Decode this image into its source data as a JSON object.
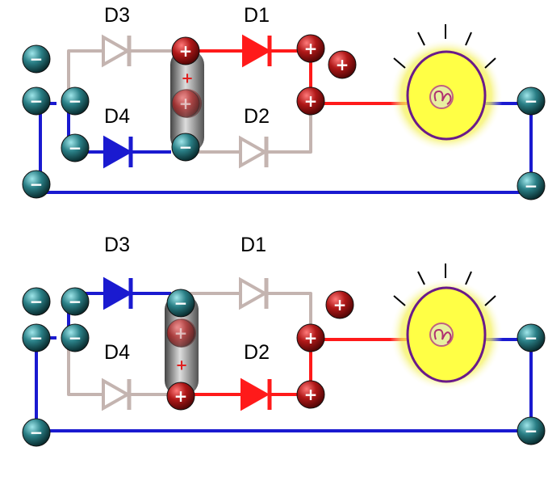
{
  "colors": {
    "positive_wire": "#ff1a1a",
    "negative_wire": "#1a1ad0",
    "inactive_wire": "#c4b4b0",
    "positive_charge": "#9b0f0f",
    "negative_charge": "#1f5a5e",
    "lamp_glow": "#ffff55",
    "lamp_outline": "#6a1a8a"
  },
  "charge_symbols": {
    "positive": "+",
    "negative": "−"
  },
  "panels": [
    {
      "id": "top",
      "diode_labels": {
        "d1": "D1",
        "d2": "D2",
        "d3": "D3",
        "d4": "D4"
      },
      "conducting_diodes": [
        "D1",
        "D4"
      ],
      "source_polarity": {
        "upper": "+",
        "lower": "−"
      },
      "lamp_lit": true
    },
    {
      "id": "bottom",
      "diode_labels": {
        "d1": "D1",
        "d2": "D2",
        "d3": "D3",
        "d4": "D4"
      },
      "conducting_diodes": [
        "D3",
        "D2"
      ],
      "source_polarity": {
        "upper": "−",
        "lower": "+"
      },
      "lamp_lit": true
    }
  ]
}
